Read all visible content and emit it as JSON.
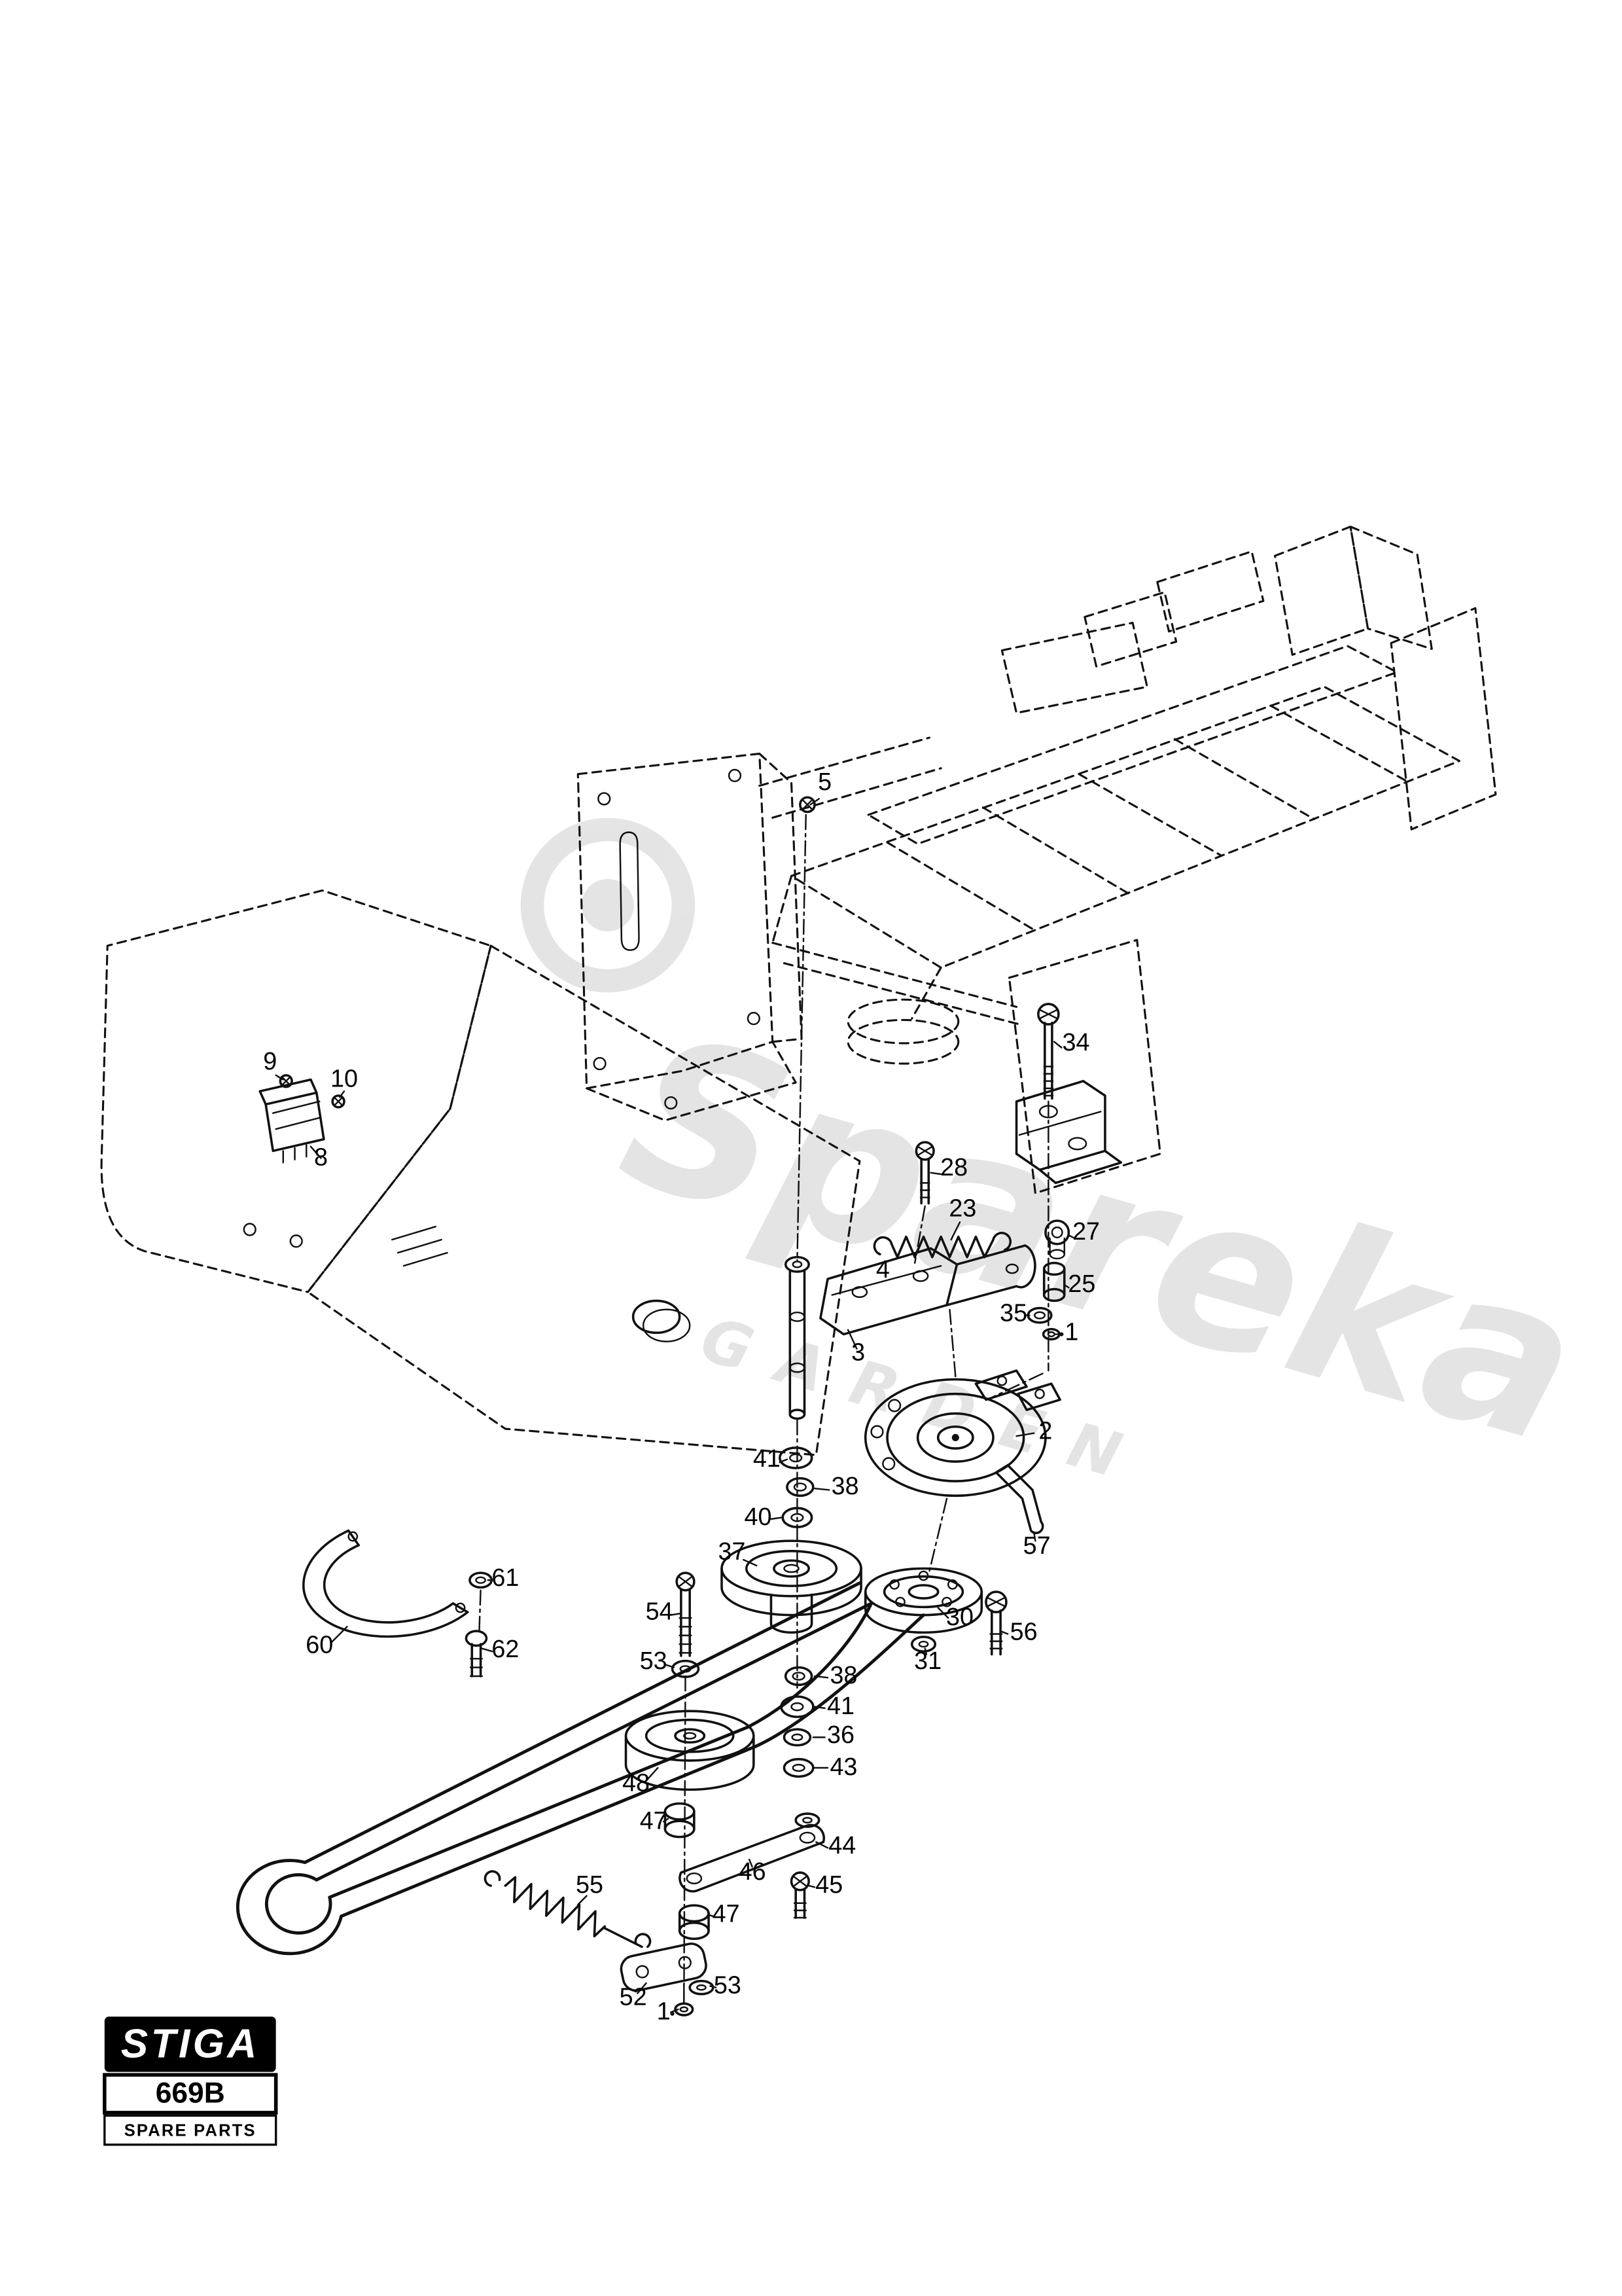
{
  "watermark": {
    "brand": "Spareka",
    "sub": "GARDEN"
  },
  "footer": {
    "brand": "STIGA",
    "model": "669B",
    "label": "SPARE PARTS"
  },
  "callouts": [
    {
      "id": "5",
      "label": "5"
    },
    {
      "id": "9",
      "label": "9"
    },
    {
      "id": "10",
      "label": "10"
    },
    {
      "id": "8",
      "label": "8"
    },
    {
      "id": "34",
      "label": "34"
    },
    {
      "id": "28",
      "label": "28"
    },
    {
      "id": "23",
      "label": "23"
    },
    {
      "id": "27",
      "label": "27"
    },
    {
      "id": "25",
      "label": "25"
    },
    {
      "id": "35",
      "label": "35"
    },
    {
      "id": "1a",
      "label": "1"
    },
    {
      "id": "4",
      "label": "4"
    },
    {
      "id": "3",
      "label": "3"
    },
    {
      "id": "2",
      "label": "2"
    },
    {
      "id": "41a",
      "label": "41"
    },
    {
      "id": "38a",
      "label": "38"
    },
    {
      "id": "40",
      "label": "40"
    },
    {
      "id": "37",
      "label": "37"
    },
    {
      "id": "57",
      "label": "57"
    },
    {
      "id": "54",
      "label": "54"
    },
    {
      "id": "30",
      "label": "30"
    },
    {
      "id": "31",
      "label": "31"
    },
    {
      "id": "56",
      "label": "56"
    },
    {
      "id": "61",
      "label": "61"
    },
    {
      "id": "62",
      "label": "62"
    },
    {
      "id": "60",
      "label": "60"
    },
    {
      "id": "53a",
      "label": "53"
    },
    {
      "id": "38b",
      "label": "38"
    },
    {
      "id": "41b",
      "label": "41"
    },
    {
      "id": "36",
      "label": "36"
    },
    {
      "id": "43",
      "label": "43"
    },
    {
      "id": "48",
      "label": "48"
    },
    {
      "id": "47a",
      "label": "47"
    },
    {
      "id": "46",
      "label": "46"
    },
    {
      "id": "44",
      "label": "44"
    },
    {
      "id": "45",
      "label": "45"
    },
    {
      "id": "55",
      "label": "55"
    },
    {
      "id": "47b",
      "label": "47"
    },
    {
      "id": "52",
      "label": "52"
    },
    {
      "id": "53b",
      "label": "53"
    },
    {
      "id": "1b",
      "label": "1"
    }
  ]
}
